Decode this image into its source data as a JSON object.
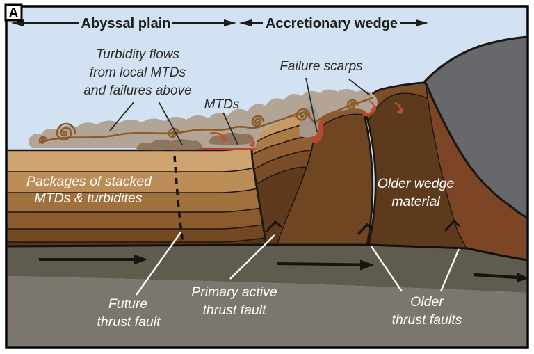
{
  "figure_label": "A",
  "headers": {
    "left": "Abyssal plain",
    "right": "Accretionary wedge"
  },
  "annotations": {
    "turbidity_line1": "Turbidity flows",
    "turbidity_line2": "from local MTDs",
    "turbidity_line3": "and failures above",
    "mtds": "MTDs",
    "failure_scarps": "Failure scarps",
    "packages_line1": "Packages of stacked",
    "packages_line2": "MTDs & turbidites",
    "older_wedge_line1": "Older wedge",
    "older_wedge_line2": "material",
    "future_line1": "Future",
    "future_line2": "thrust fault",
    "primary_line1": "Primary active",
    "primary_line2": "thrust fault",
    "older_faults_line1": "Older",
    "older_faults_line2": "thrust faults"
  },
  "palette": {
    "sky": "#d3e2f2",
    "cloud": "#b2a596",
    "cloud_dark": "#8d7660",
    "cloud_mid": "#a5988a",
    "mtd_red": "#b44b31",
    "mtd_red_dark": "#9e3f28",
    "backstop_gray": "#67686c",
    "olive_band": "#5f5c4d",
    "lower_gray": "#7c776e",
    "flowline_brown": "#8a5a28",
    "failure_arrow_red": "#c44f30",
    "outline_black": "#1c1713",
    "strata": [
      "#d0a471",
      "#bd8d58",
      "#a1713d",
      "#8b5b2d",
      "#724722",
      "#553419"
    ],
    "sheet1_bands": [
      "#c79a63",
      "#ab7b47",
      "#8f5f33",
      "#774c26",
      "#5f3a1c"
    ],
    "sheet2_main": "#6f4522",
    "sheet2_band": "#8a5c31",
    "sheet3_main": "#5e3a1d",
    "sheet3_band": "#7a4e28",
    "sheet4": "#7c4526",
    "label_white": "#ffffff",
    "label_dark": "#2e2a26"
  }
}
